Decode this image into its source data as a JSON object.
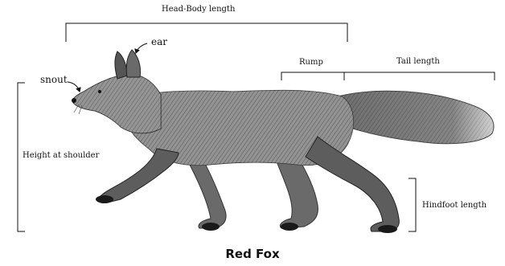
{
  "labels": {
    "head_body": "Head-Body length",
    "ear": "ear",
    "rump": "Rump",
    "tail": "Tail length",
    "snout": "snout",
    "height": "Height at shoulder",
    "hindfoot": "Hindfoot length"
  },
  "caption": "Red Fox",
  "colors": {
    "ink": "#111111",
    "fur": "#6f6f6f",
    "fur_light": "#bdbdbd",
    "background": "#ffffff"
  }
}
